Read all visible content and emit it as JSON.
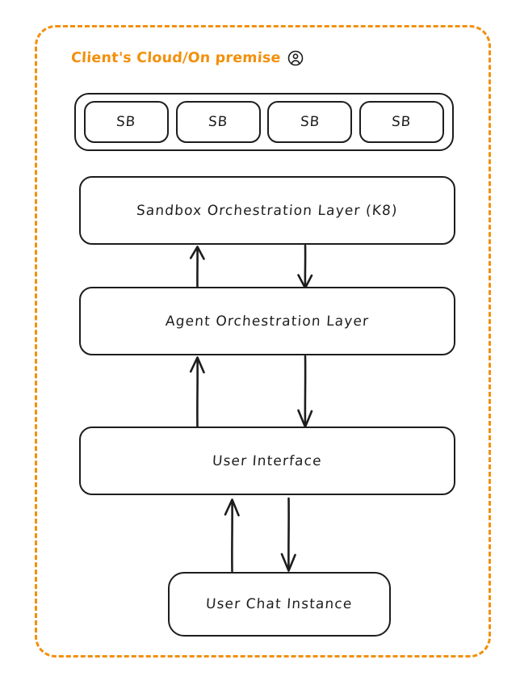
{
  "diagram": {
    "type": "architecture-block-diagram",
    "boundary": {
      "label": "Client's Cloud/On premise",
      "icon": "user-circle-icon",
      "color": "#F2900C",
      "style": "dashed"
    },
    "sandbox_row": {
      "name": "sandbox-pool",
      "items": [
        {
          "label": "SB"
        },
        {
          "label": "SB"
        },
        {
          "label": "SB"
        },
        {
          "label": "SB"
        }
      ]
    },
    "layers": [
      {
        "id": "sandbox-orchestration",
        "label": "Sandbox Orchestration Layer (K8)"
      },
      {
        "id": "agent-orchestration",
        "label": "Agent Orchestration Layer"
      },
      {
        "id": "user-interface",
        "label": "User Interface"
      }
    ],
    "chat": {
      "id": "user-chat-instance",
      "label": "User Chat Instance"
    },
    "connectors": [
      {
        "from": "agent-orchestration",
        "to": "sandbox-orchestration",
        "direction": "up"
      },
      {
        "from": "sandbox-orchestration",
        "to": "agent-orchestration",
        "direction": "down"
      },
      {
        "from": "user-interface",
        "to": "agent-orchestration",
        "direction": "up"
      },
      {
        "from": "agent-orchestration",
        "to": "user-interface",
        "direction": "down"
      },
      {
        "from": "user-chat-instance",
        "to": "user-interface",
        "direction": "up"
      },
      {
        "from": "user-interface",
        "to": "user-chat-instance",
        "direction": "down"
      }
    ]
  }
}
